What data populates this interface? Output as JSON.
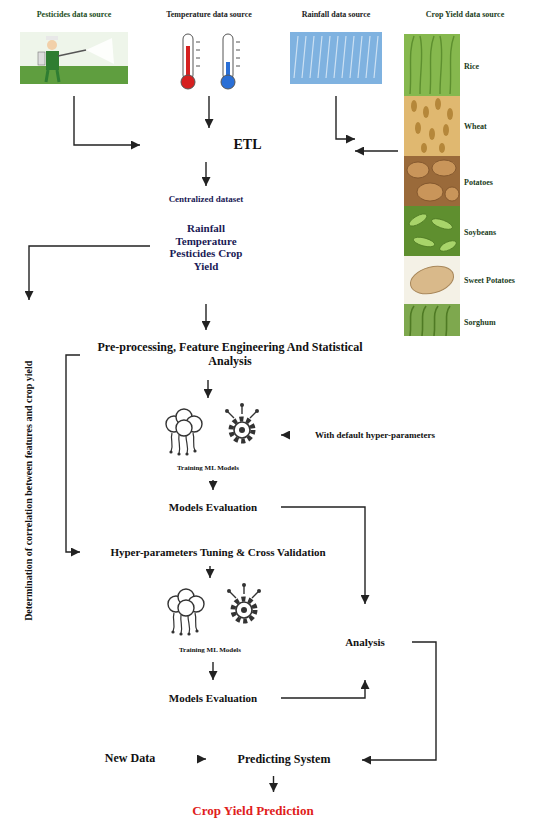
{
  "diagram": {
    "nodes": [
      {
        "text": [
          "Pesticides data source"
        ]
      },
      {
        "text": [
          "Temperature data source"
        ]
      },
      {
        "text": [
          "Rainfall data source"
        ]
      },
      {
        "text": [
          "Crop Yield data source",
          "Rice",
          "Wheat",
          "Potatoes",
          "Soybeans",
          "Sweet Potatoes",
          "Sorghum"
        ]
      },
      {
        "text": [
          "ETL"
        ]
      },
      {
        "text": [
          "Centralized dataset",
          "Rainfall Temperature Pesticides Crop Yield"
        ]
      },
      {
        "text": [
          "Determination of correlation between features and crop yield"
        ]
      },
      {
        "text": [
          "Pre-processing, Feature Engineering And Statistical Analysis"
        ]
      },
      {
        "text": [
          "Training ML Models"
        ]
      },
      {
        "text": [
          "With default hyper-parameters"
        ]
      },
      {
        "text": [
          "Models Evaluation"
        ]
      },
      {
        "text": [
          "Hyper-parameters Tuning & Cross Validation"
        ]
      },
      {
        "text": [
          "Training ML Models"
        ]
      },
      {
        "text": [
          "Analysis"
        ]
      },
      {
        "text": [
          "Models Evaluation"
        ]
      },
      {
        "text": [
          "New Data"
        ]
      },
      {
        "text": [
          "Predicting System"
        ]
      },
      {
        "text": [
          "Crop Yield Prediction"
        ]
      }
    ],
    "edges": [
      {
        "from": 0,
        "to": 4,
        "arrow": "to"
      },
      {
        "from": 1,
        "to": 4,
        "arrow": "to"
      },
      {
        "from": 2,
        "to": 4,
        "arrow": "to"
      },
      {
        "from": 3,
        "to": 4,
        "arrow": "to"
      },
      {
        "from": 4,
        "to": 5,
        "arrow": "to"
      },
      {
        "from": 5,
        "to": 6,
        "arrow": "to"
      },
      {
        "from": 5,
        "to": 7,
        "arrow": "to"
      },
      {
        "from": 7,
        "to": 8,
        "arrow": "to"
      },
      {
        "from": 9,
        "to": 8,
        "arrow": "to"
      },
      {
        "from": 8,
        "to": 10,
        "arrow": "to"
      },
      {
        "from": 7,
        "to": 11,
        "arrow": "to"
      },
      {
        "from": 10,
        "to": 13,
        "arrow": "to"
      },
      {
        "from": 11,
        "to": 12,
        "arrow": "to"
      },
      {
        "from": 12,
        "to": 14,
        "arrow": "to"
      },
      {
        "from": 14,
        "to": 13,
        "arrow": "to"
      },
      {
        "from": 13,
        "to": 16,
        "arrow": "to"
      },
      {
        "from": 15,
        "to": 16,
        "arrow": "to"
      },
      {
        "from": 16,
        "to": 17,
        "arrow": "to"
      }
    ]
  }
}
